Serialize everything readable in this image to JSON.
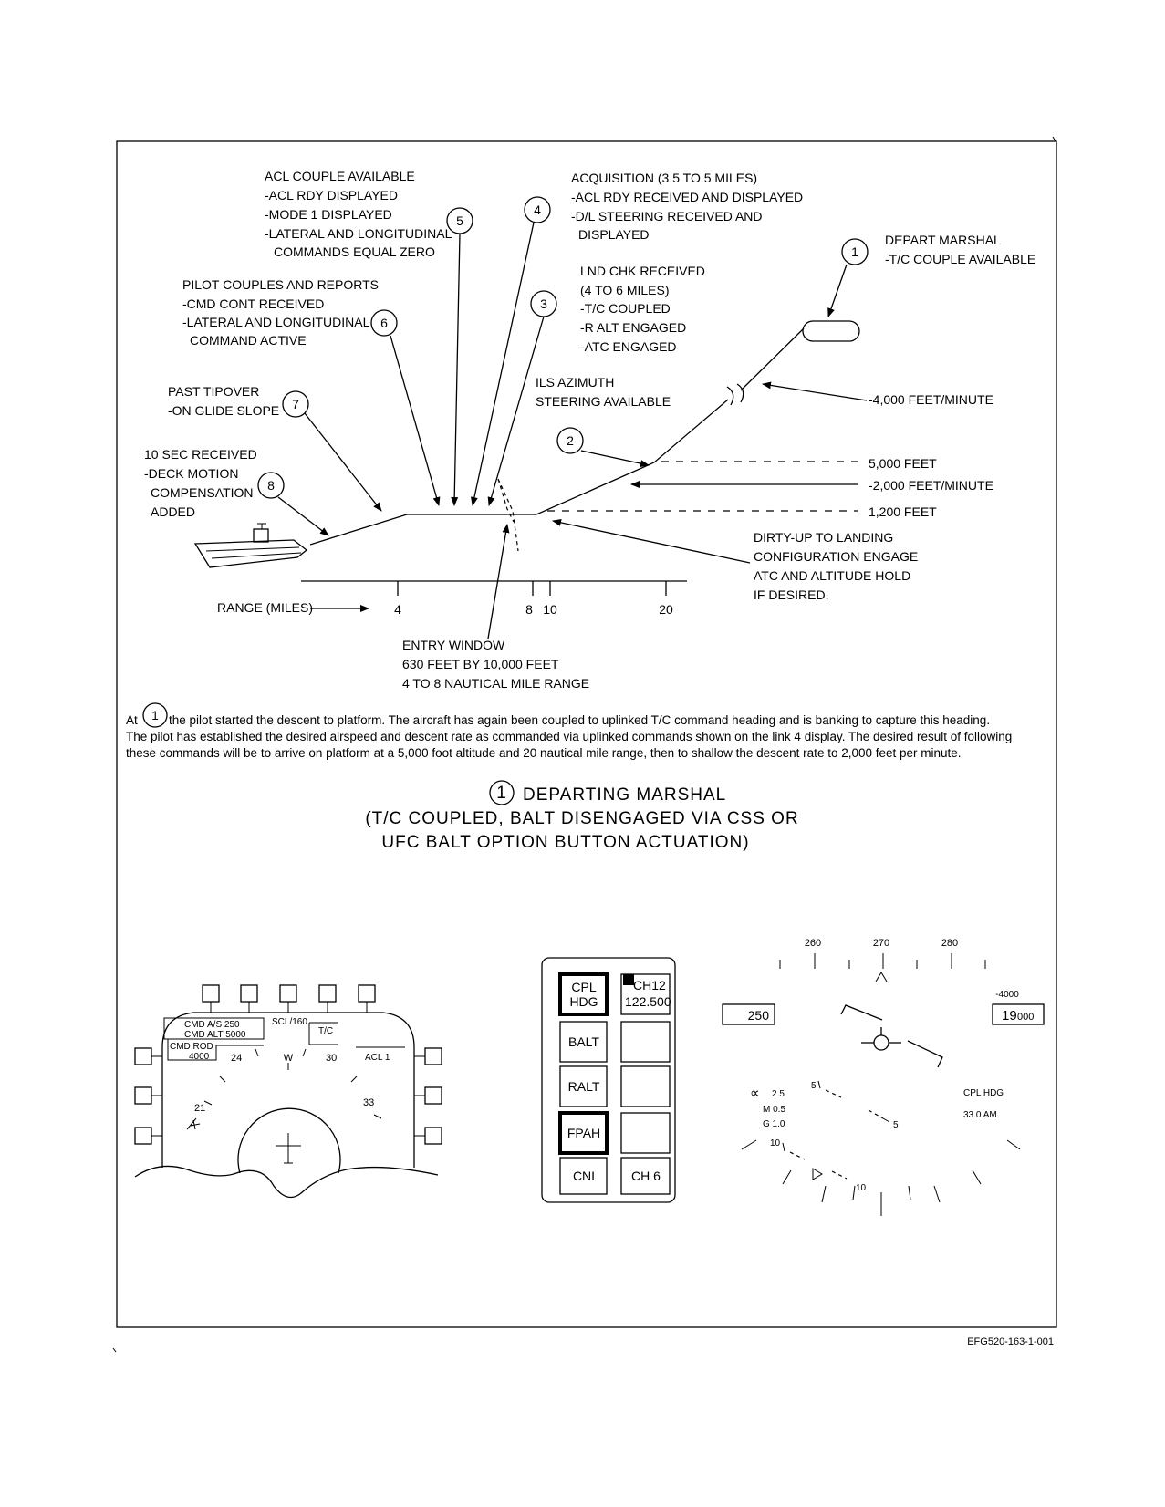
{
  "profile": {
    "annotations": {
      "acl_couple": [
        "ACL COUPLE AVAILABLE",
        "-ACL RDY DISPLAYED",
        "-MODE 1 DISPLAYED",
        "-LATERAL AND LONGITUDINAL",
        "COMMANDS EQUAL ZERO"
      ],
      "acquisition": [
        "ACQUISITION (3.5 TO 5 MILES)",
        "-ACL RDY RECEIVED AND DISPLAYED",
        "-D/L STEERING RECEIVED AND",
        "DISPLAYED"
      ],
      "depart_marshal": [
        "DEPART MARSHAL",
        "-T/C COUPLE AVAILABLE"
      ],
      "lnd_chk": [
        "LND CHK RECEIVED",
        "(4 TO 6 MILES)",
        "-T/C COUPLED",
        "-R ALT ENGAGED",
        "-ATC ENGAGED"
      ],
      "pilot_couples": [
        "PILOT COUPLES AND REPORTS",
        "-CMD CONT RECEIVED",
        "-LATERAL AND LONGITUDINAL",
        "COMMAND ACTIVE"
      ],
      "ils_azimuth": [
        "ILS AZIMUTH",
        "STEERING AVAILABLE"
      ],
      "past_tipover": [
        "PAST TIPOVER",
        "-ON GLIDE SLOPE"
      ],
      "ten_sec": [
        "10 SEC RECEIVED",
        "-DECK MOTION",
        "COMPENSATION",
        "ADDED"
      ],
      "dirty_up": [
        "DIRTY-UP TO LANDING",
        "CONFIGURATION ENGAGE",
        "ATC AND ALTITUDE HOLD",
        "IF DESIRED."
      ],
      "entry_window": [
        "ENTRY WINDOW",
        "630 FEET BY 10,000 FEET",
        "4 TO 8 NAUTICAL MILE RANGE"
      ]
    },
    "step_numbers": [
      "1",
      "2",
      "3",
      "4",
      "5",
      "6",
      "7",
      "8"
    ],
    "right_labels": {
      "descent_4000": "-4,000 FEET/MINUTE",
      "alt_5000": "5,000 FEET",
      "descent_2000": "-2,000 FEET/MINUTE",
      "alt_1200": "1,200 FEET"
    },
    "range_label": "RANGE (MILES)",
    "range_ticks": [
      "4",
      "8",
      "10",
      "20"
    ]
  },
  "description": {
    "step": "1",
    "prefix": "At",
    "line1": "the pilot started the descent to platform. The aircraft has again been coupled to uplinked T/C command  heading and is banking to capture this heading.",
    "line2": "The pilot has established the desired airspeed and descent rate as commanded via uplinked commands shown on the link 4 display. The desired result of following",
    "line3": "these commands will be to arrive on platform at a 5,000 foot  altitude and 20 nautical mile range, then to shallow the descent rate to 2,000 feet per minute."
  },
  "caption": {
    "step": "1",
    "line1": "DEPARTING MARSHAL",
    "line2": "(T/C COUPLED, BALT DISENGAGED VIA CSS OR",
    "line3": "UFC BALT OPTION BUTTON ACTUATION)"
  },
  "ddi": {
    "cmd_as": "CMD A/S 250",
    "cmd_alt": "CMD ALT  5000",
    "cmd_rod": "CMD ROD",
    "cmd_rod_val": "4000",
    "scl": "SCL/160",
    "tc": "T/C",
    "acl": "ACL 1",
    "heading_ticks": [
      "24",
      "W",
      "30",
      "21",
      "33"
    ]
  },
  "ufc": {
    "left_buttons": [
      "CPL",
      "HDG",
      "BALT",
      "RALT",
      "FPAH",
      "CNI"
    ],
    "channel": "CH12",
    "frequency": "122.500",
    "ch6": "CH 6"
  },
  "hud": {
    "heading_scale": [
      "260",
      "270",
      "280"
    ],
    "airspeed": "250",
    "altitude_main": "19",
    "altitude_small": "000",
    "vertical_velocity": "-4000",
    "alpha": "2.5",
    "mach": "M  0.5",
    "g": "G  1.0",
    "mode": "CPL HDG",
    "time": "33.0 AM",
    "ladder": [
      "5",
      "5",
      "10",
      "10"
    ]
  },
  "figure_id": "EFG520-163-1-001"
}
